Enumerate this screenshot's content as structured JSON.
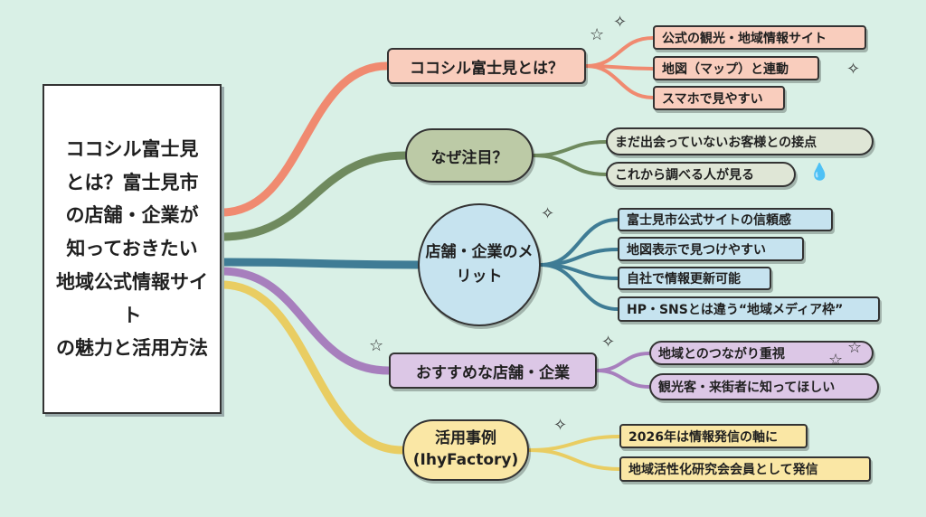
{
  "central": {
    "title": "ココシル富士見\nとは？富士見市\nの店舗・企業が\n知っておきたい\n地域公式情報サイト\nの魅力と活用方法"
  },
  "branches": [
    {
      "label": "ココシル富士見とは？",
      "color": "#f08a70",
      "leaves": [
        "公式の観光・地域情報サイト",
        "地図（マップ）と連動",
        "スマホで見やすい"
      ]
    },
    {
      "label": "なぜ注目？",
      "color": "#6f8a5e",
      "leaves": [
        "まだ出会っていないお客様との接点",
        "これから調べる人が見る"
      ]
    },
    {
      "label": "店舗・企業のメリット",
      "color": "#3f7c95",
      "leaves": [
        "富士見市公式サイトの信頼感",
        "地図表示で見つけやすい",
        "自社で情報更新可能",
        "HP・SNSとは違う“地域メディア枠”"
      ]
    },
    {
      "label": "おすすめな店舗・企業",
      "color": "#a77fbd",
      "leaves": [
        "地域とのつながり重視",
        "観光客・来街者に知ってほしい"
      ]
    },
    {
      "label": "活用事例\n(IhyFactory)",
      "color": "#e9cd62",
      "leaves": [
        "2026年は情報発信の軸に",
        "地域活性化研究会会員として発信"
      ]
    }
  ]
}
